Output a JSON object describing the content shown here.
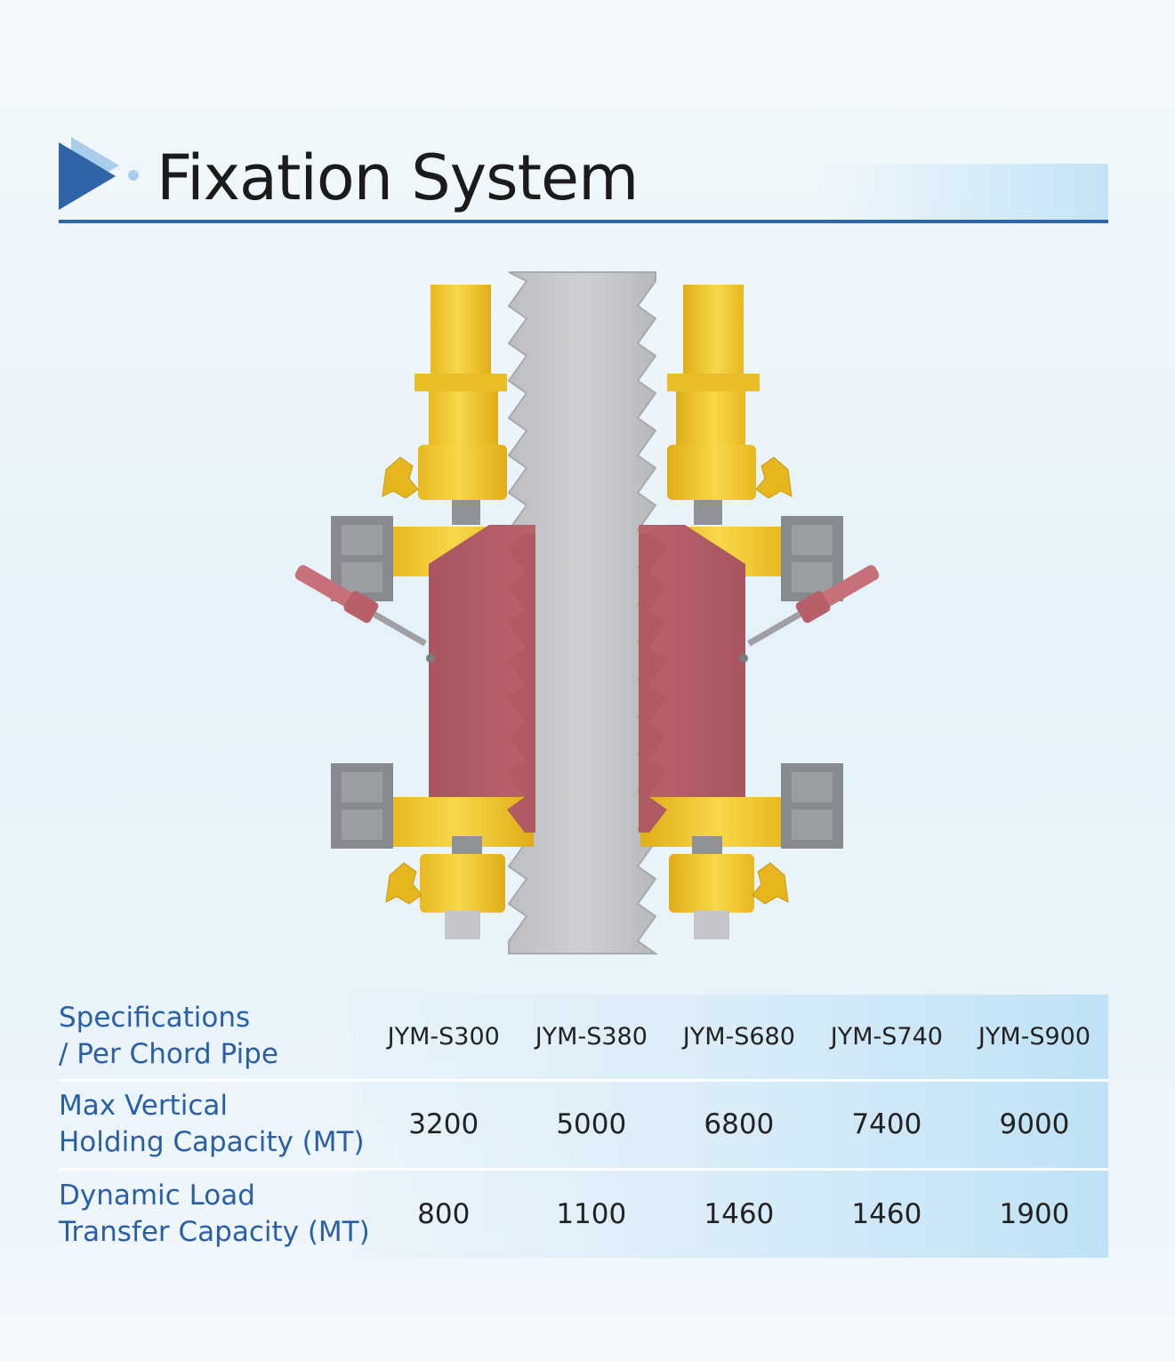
{
  "header": {
    "title": "Fixation System",
    "accent_color": "#2f64a8",
    "icon": "play-arrow-icon"
  },
  "illustration": {
    "subject": "rack-and-pinion-fixation-mechanism",
    "colors": {
      "body": "#f0c832",
      "chocks": "#b05a64",
      "rack": "#c2c3c6",
      "brackets": "#8a8d91"
    }
  },
  "specs": {
    "header_label_line1": "Specifications",
    "header_label_line2": "/ Per Chord Pipe",
    "models": [
      "JYM-S300",
      "JYM-S380",
      "JYM-S680",
      "JYM-S740",
      "JYM-S900"
    ],
    "rows": [
      {
        "label_line1": "Max Vertical",
        "label_line2": "Holding Capacity (MT)",
        "values": [
          "3200",
          "5000",
          "6800",
          "7400",
          "9000"
        ]
      },
      {
        "label_line1": "Dynamic Load",
        "label_line2": "Transfer Capacity (MT)",
        "values": [
          "800",
          "1100",
          "1460",
          "1460",
          "1900"
        ]
      }
    ]
  }
}
